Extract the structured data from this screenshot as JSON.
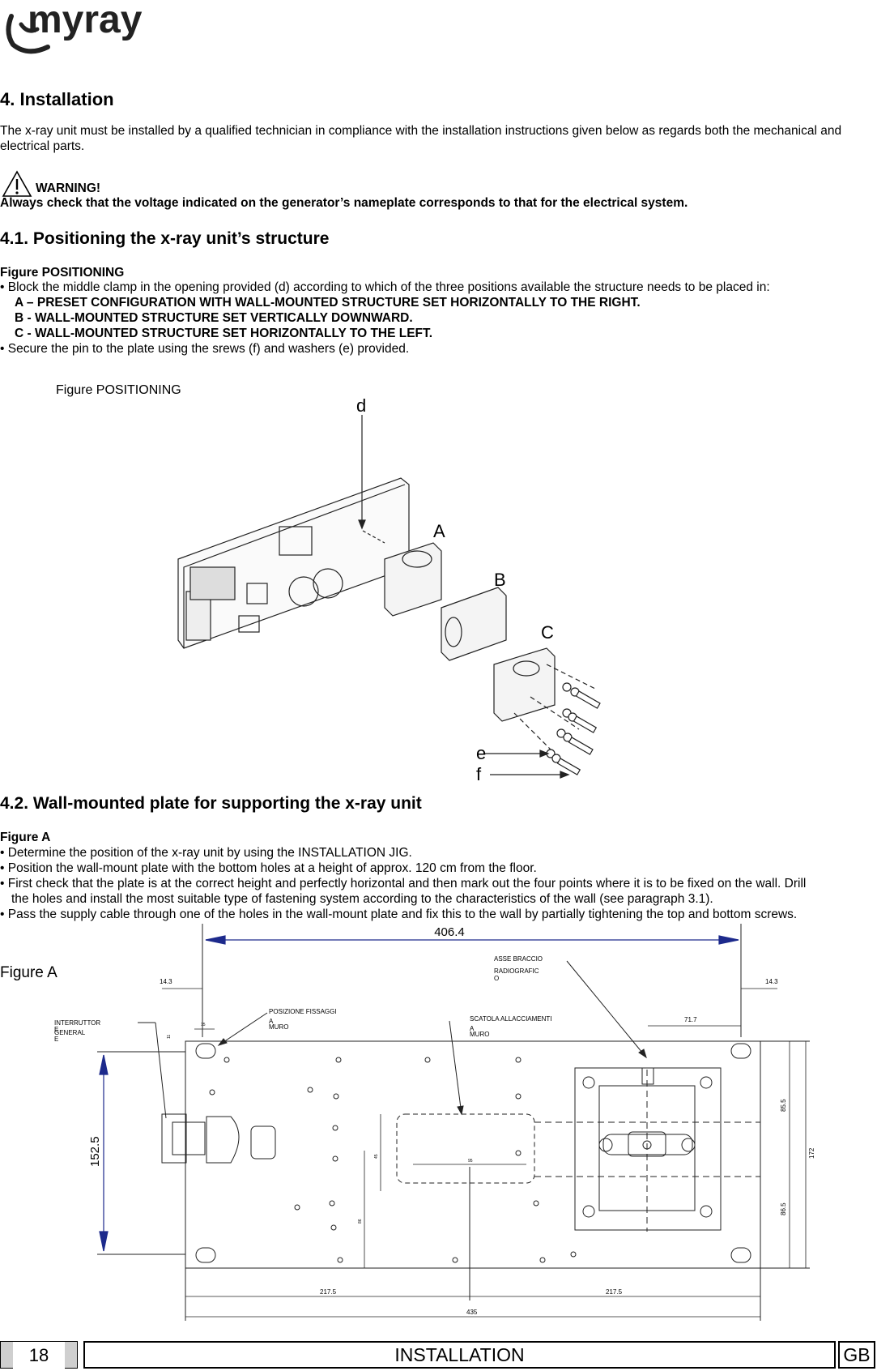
{
  "logo": {
    "text": "myray"
  },
  "section": {
    "title": "4. Installation",
    "intro": "The x-ray unit must be installed by a qualified technician in compliance with the installation instructions given below as regards both the mechanical and electrical parts.",
    "warning_title": "WARNING!",
    "warning_text": "Always check that the voltage indicated on the generator’s nameplate corresponds to that for the electrical system."
  },
  "sub1": {
    "title": "4.1. Positioning the x-ray unit’s structure",
    "fig_ref": "Figure POSITIONING",
    "bullet1": "•  Block the middle clamp in the opening provided (d) according to which of the three positions available the structure needs to be  placed in:",
    "opt_a": "A – PRESET CONFIGURATION WITH WALL-MOUNTED STRUCTURE SET HORIZONTALLY TO THE RIGHT.",
    "opt_b": "B - WALL-MOUNTED STRUCTURE SET VERTICALLY DOWNWARD.",
    "opt_c": "C - WALL-MOUNTED STRUCTURE SET HORIZONTALLY TO THE LEFT.",
    "bullet2": "•  Secure the pin to the plate using the srews (f) and washers (e) provided.",
    "figure_caption": "Figure POSITIONING",
    "figure_labels": {
      "d": "d",
      "a": "A",
      "b": "B",
      "c": "C",
      "e": "e",
      "f": "f"
    }
  },
  "sub2": {
    "title": "4.2. Wall-mounted plate for supporting the x-ray unit",
    "fig_ref": "Figure  A",
    "bullets": [
      "•  Determine the position of the x-ray unit by using the INSTALLATION JIG.",
      "• Position the wall-mount plate with the bottom holes at a height of approx. 120 cm from the floor.",
      "• First check that the plate is at the correct height and perfectly horizontal and then mark out the four points where it is to be fixed on the wall. Drill",
      "the holes and install the most suitable type of fastening system according to the characteristics of the wall (see paragraph 3.1).",
      "• Pass the supply cable through one of the holes in the wall-mount plate and fix this to the wall by partially tightening the top and bottom screws."
    ],
    "figure_caption": "Figure  A",
    "dims": {
      "top": "406.4",
      "left_margin": "14.3",
      "right_margin": "14.3",
      "offset": "71.7",
      "height": "152.5",
      "right_top": "85.5",
      "right_bottom": "86.5",
      "right_total": "172",
      "bottom_left": "217.5",
      "bottom_right": "217.5",
      "bottom_total": "435",
      "small_a": "11",
      "small_b": "15",
      "slot_w": "95",
      "slot_h": "45",
      "slot_off": "86"
    },
    "callouts": {
      "switch": [
        "INTERRUTTOR",
        "E",
        "GENERAL",
        "E"
      ],
      "fix_pos": [
        "POSIZIONE FISSAGGI",
        "A",
        "MURO"
      ],
      "box": [
        "SCATOLA ALLACCIAMENTI",
        "A",
        "MURO"
      ],
      "axis": [
        "ASSE BRACCIO",
        "RADIOGRAFIC",
        "O"
      ]
    }
  },
  "footer": {
    "page": "18",
    "title": "INSTALLATION",
    "lang": "GB"
  }
}
